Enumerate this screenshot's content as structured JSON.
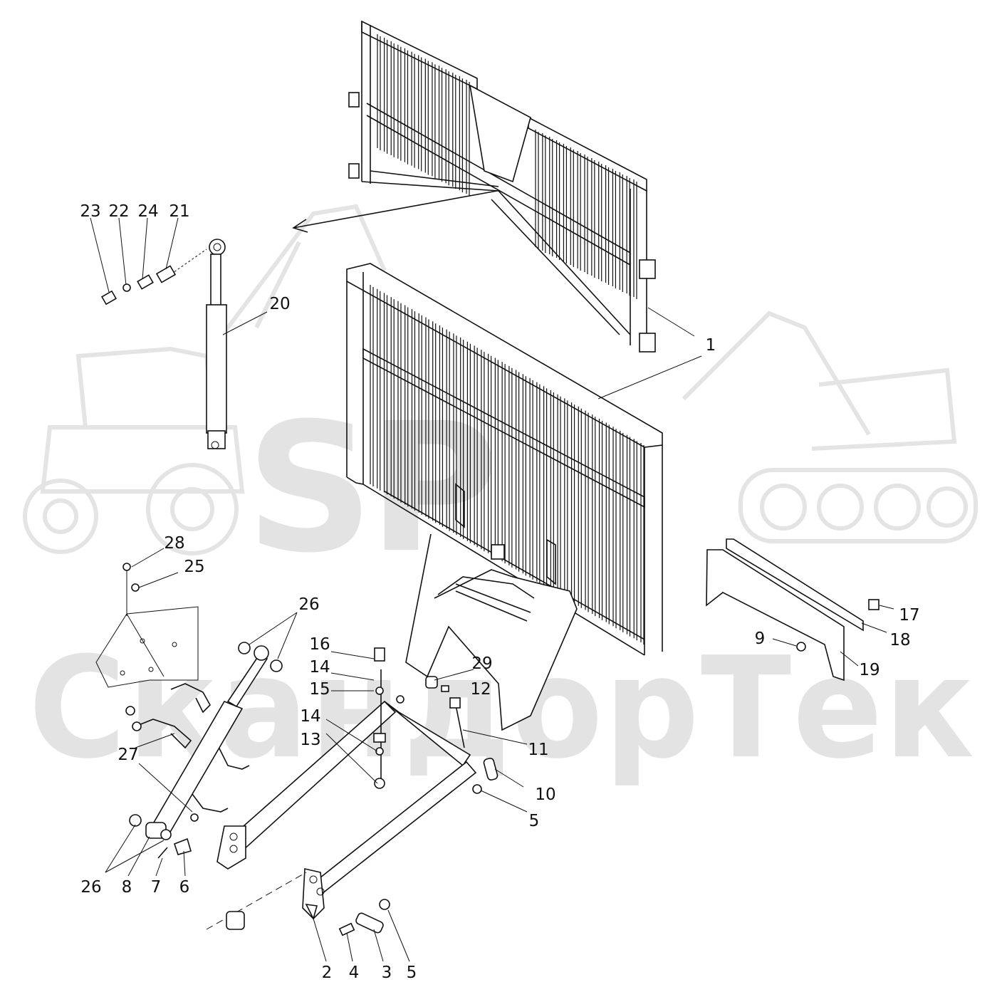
{
  "watermark": {
    "logo_text": "SP",
    "brand_text": "СкандорТек"
  },
  "callouts": [
    {
      "id": "c-23",
      "label": "23"
    },
    {
      "id": "c-22",
      "label": "22"
    },
    {
      "id": "c-24",
      "label": "24"
    },
    {
      "id": "c-21",
      "label": "21"
    },
    {
      "id": "c-20",
      "label": "20"
    },
    {
      "id": "c-1",
      "label": "1"
    },
    {
      "id": "c-28",
      "label": "28"
    },
    {
      "id": "c-25",
      "label": "25"
    },
    {
      "id": "c-26a",
      "label": "26"
    },
    {
      "id": "c-16",
      "label": "16"
    },
    {
      "id": "c-14a",
      "label": "14"
    },
    {
      "id": "c-15",
      "label": "15"
    },
    {
      "id": "c-29",
      "label": "29"
    },
    {
      "id": "c-12",
      "label": "12"
    },
    {
      "id": "c-14b",
      "label": "14"
    },
    {
      "id": "c-13",
      "label": "13"
    },
    {
      "id": "c-27",
      "label": "27"
    },
    {
      "id": "c-11",
      "label": "11"
    },
    {
      "id": "c-10",
      "label": "10"
    },
    {
      "id": "c-5a",
      "label": "5"
    },
    {
      "id": "c-17",
      "label": "17"
    },
    {
      "id": "c-9",
      "label": "9"
    },
    {
      "id": "c-18",
      "label": "18"
    },
    {
      "id": "c-19",
      "label": "19"
    },
    {
      "id": "c-26b",
      "label": "26"
    },
    {
      "id": "c-8",
      "label": "8"
    },
    {
      "id": "c-7",
      "label": "7"
    },
    {
      "id": "c-6",
      "label": "6"
    },
    {
      "id": "c-2",
      "label": "2"
    },
    {
      "id": "c-4",
      "label": "4"
    },
    {
      "id": "c-3",
      "label": "3"
    },
    {
      "id": "c-5b",
      "label": "5"
    }
  ]
}
